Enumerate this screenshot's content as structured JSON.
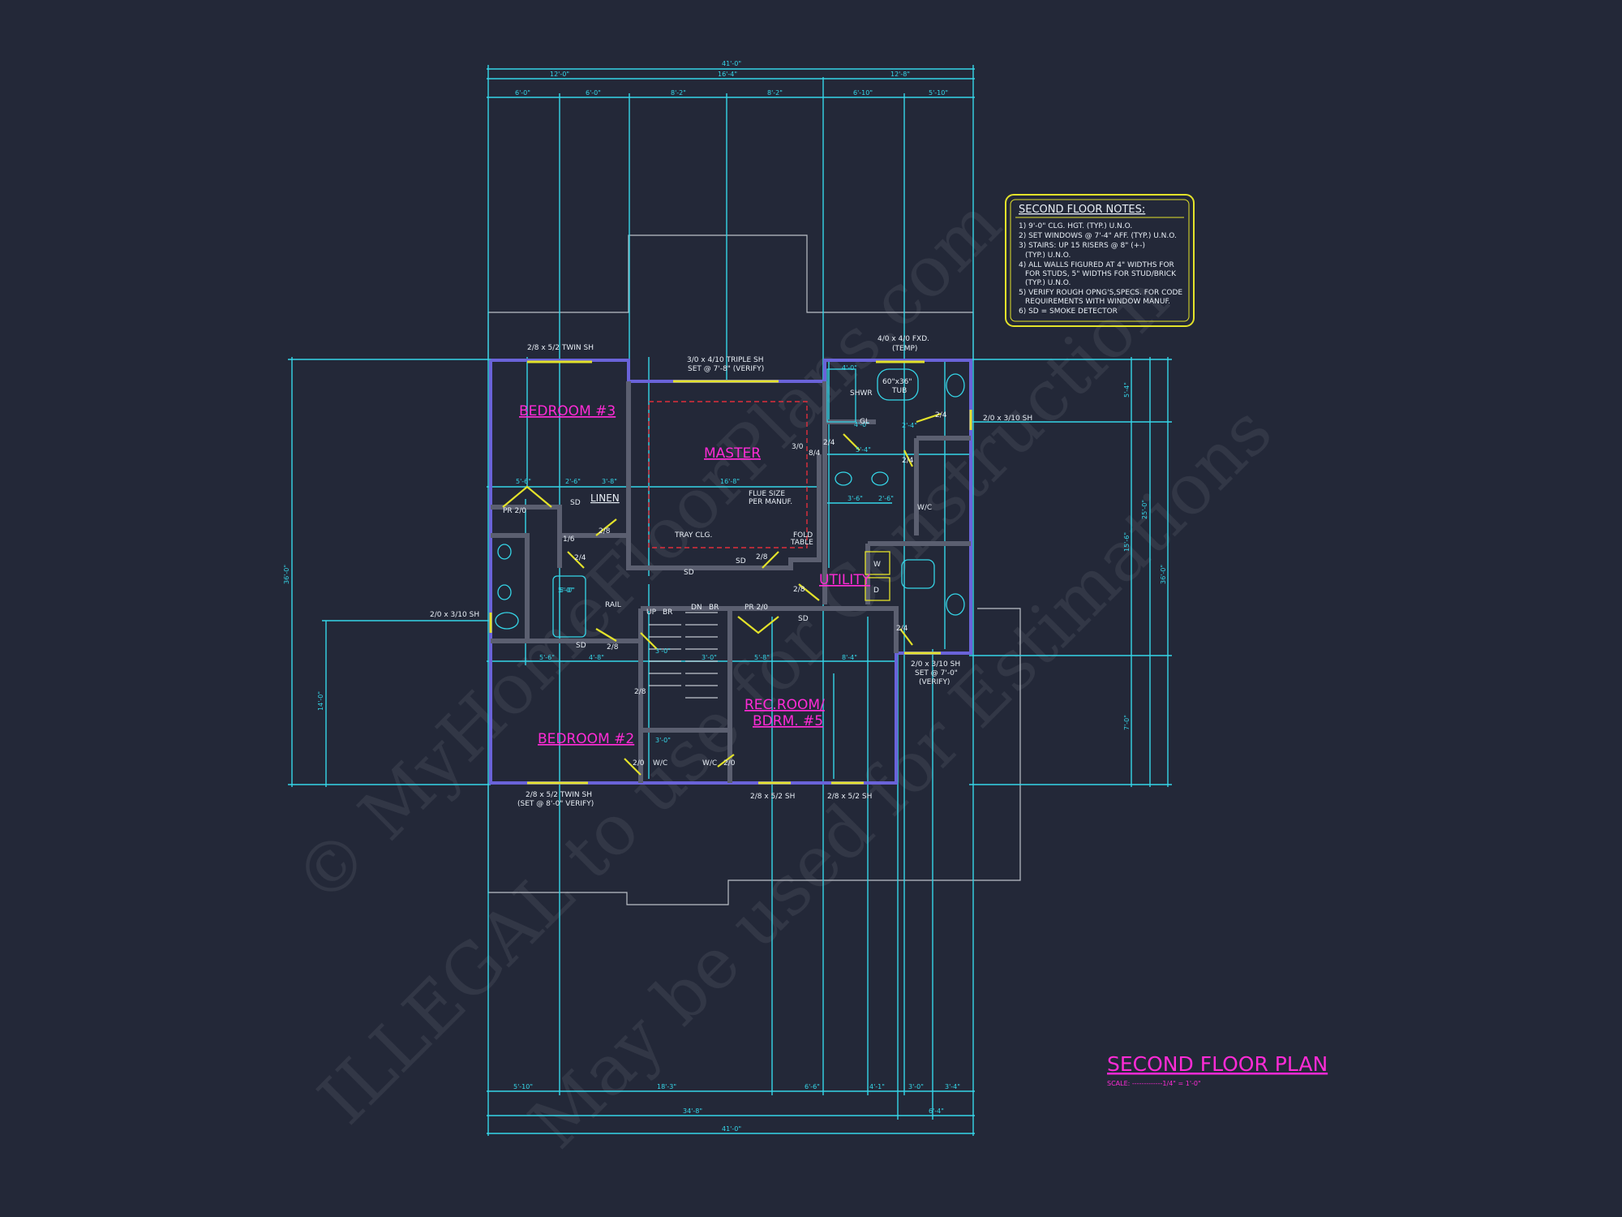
{
  "colors": {
    "background": "#232838",
    "dimension": "#35d6e8",
    "wall": "#6a63d9",
    "room_label": "#ff2bd6",
    "door": "#e3e22a",
    "text": "#e8eef5"
  },
  "watermark": {
    "line1": "© MyHomeFloorPlans.com",
    "line2": "ILLEGAL to use for Construction",
    "line3": "May be used for Estimations"
  },
  "notes": {
    "title": "SECOND FLOOR NOTES:",
    "items": [
      "1) 9'-0\" CLG. HGT. (TYP.) U.N.O.",
      "2) SET WINDOWS @ 7'-4\" AFF. (TYP.) U.N.O.",
      "3) STAIRS: UP 15 RISERS @ 8\" (+-)",
      "(TYP.) U.N.O.",
      "4) ALL WALLS FIGURED AT 4\" WIDTHS FOR",
      "FOR STUDS, 5\" WIDTHS FOR STUD/BRICK",
      "(TYP.) U.N.O.",
      "5) VERIFY ROUGH OPNG'S,SPECS. FOR CODE",
      "REQUIREMENTS WITH WINDOW MANUF.",
      "6) SD = SMOKE DETECTOR"
    ]
  },
  "plan_title": {
    "title": "SECOND FLOOR PLAN",
    "scale": "SCALE: -------------1/4\" = 1'-0\""
  },
  "rooms": {
    "bedroom3": "BEDROOM #3",
    "master": "MASTER",
    "bedroom2": "BEDROOM #2",
    "recroom_line1": "REC.ROOM/",
    "recroom_line2": "BDRM. #5",
    "utility": "UTILITY",
    "linen": "LINEN"
  },
  "dimensions": {
    "top_overall": "41'-0\"",
    "top_mid": [
      "12'-0\"",
      "16'-4\"",
      "12'-8\""
    ],
    "top_detail": [
      "6'-0\"",
      "6'-0\"",
      "8'-2\"",
      "8'-2\"",
      "6'-10\"",
      "5'-10\""
    ],
    "left_overall": "36'-0\"",
    "left_lower": "14'-0\"",
    "right_detail": [
      "5'-4\"",
      "25'-0\"",
      "7'-0\""
    ],
    "right_mid": "15'-6\"",
    "right_overall": "36'-0\"",
    "bottom_detail": [
      "5'-10\"",
      "18'-3\"",
      "6'-6\"",
      "4'-1\"",
      "3'-0\"",
      "3'-4\""
    ],
    "bottom_mid": [
      "34'-8\"",
      "6'-4\""
    ],
    "bottom_overall": "41'-0\"",
    "interior": [
      "5'-6\"",
      "2'-6\"",
      "3'-8\"",
      "16'-8\"",
      "5'-6\"",
      "4'-8\"",
      "5'-8\"",
      "8'-4\"",
      "4'-0\"",
      "5'-4\"",
      "3'-6\"",
      "2'-6\"",
      "5'-0\"",
      "2'-4\"",
      "4'-0\"",
      "3'-0\"",
      "3'-0\"",
      "3'-0\""
    ]
  },
  "windows": {
    "w_bed3": "2/8 x 5/2 TWIN SH",
    "w_master_1": "3/0 x 4/10 TRIPLE SH",
    "w_master_2": "SET @ 7'-8\" (VERIFY)",
    "w_tub_1": "4/0 x 4/0 FXD.",
    "w_tub_2": "(TEMP)",
    "w_right": "2/0 x 3/10 SH",
    "w_left": "2/0 x 3/10 SH",
    "w_bath2_1": "2/0 x 3/10 SH",
    "w_bath2_2": "SET @ 7'-0\"",
    "w_bath2_3": "(VERIFY)",
    "w_bed2_1": "2/8 x 5/2 TWIN SH",
    "w_bed2_2": "(SET @ 8'-0\" VERIFY)",
    "w_rec_1": "2/8 x 5/2 SH",
    "w_rec_2": "2/8 x 5/2 SH"
  },
  "labels": {
    "pr20_a": "PR 2/0",
    "sd": "SD",
    "d16": "1/6",
    "d28": "2/8",
    "d24": "2/4",
    "d20": "2/0",
    "d30": "3/0",
    "d84": "8/4",
    "flue": "FLUE SIZE",
    "flue2": "PER MANUF.",
    "tray": "TRAY CLG.",
    "fold": "FOLD",
    "table": "TABLE",
    "rail": "RAIL",
    "up": "UP",
    "br": "BR",
    "dn": "DN",
    "pr20_b": "PR 2/0",
    "wic": "W/C",
    "shwr": "SHWR",
    "tub": "60\"x36\"",
    "tub2": "TUB",
    "gl": "GL",
    "washer": "W",
    "dryer": "D",
    "tub_small": "5'-0\""
  }
}
